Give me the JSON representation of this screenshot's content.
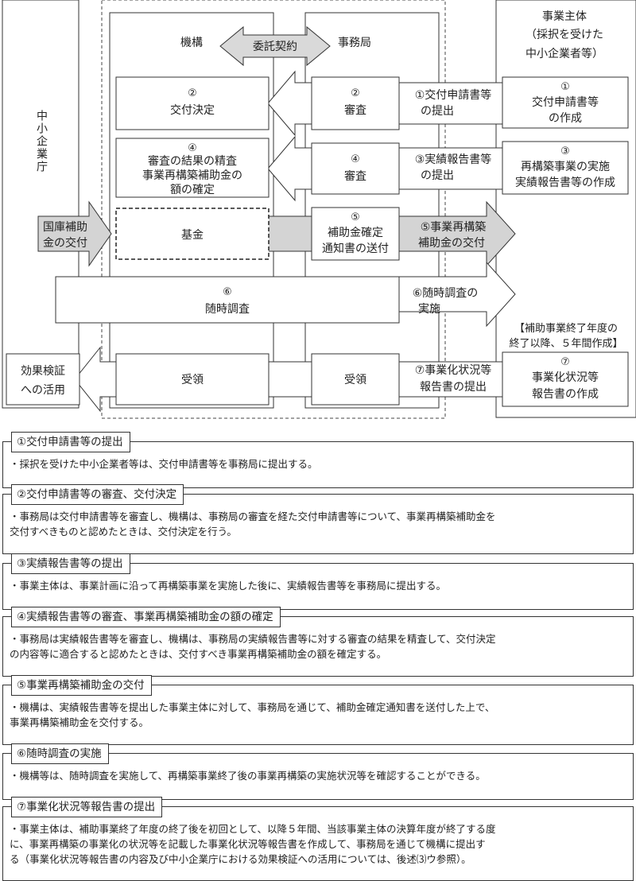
{
  "flow": {
    "agency": "中小企業庁",
    "kikou": "機構",
    "jimukyoku": "事務局",
    "itaku": "委託契約",
    "jigyou_shutai": [
      "事業主体",
      "（採択を受けた",
      "中小企業者等）"
    ],
    "kokko": [
      "国庫補助",
      "金の交付"
    ],
    "kikin": "基金",
    "box_kikou": [
      {
        "num": "②",
        "lines": [
          "交付決定"
        ]
      },
      {
        "num": "④",
        "lines": [
          "審査の結果の精査",
          "事業再構築補助金の",
          "額の確定"
        ]
      }
    ],
    "box_jimu": [
      {
        "num": "②",
        "lines": [
          "審査"
        ]
      },
      {
        "num": "④",
        "lines": [
          "審査"
        ]
      },
      {
        "num": "⑤",
        "lines": [
          "補助金確定",
          "通知書の送付"
        ]
      }
    ],
    "box_shutai": [
      {
        "num": "①",
        "lines": [
          "交付申請書等",
          "の作成"
        ]
      },
      {
        "num": "③",
        "lines": [
          "再構築事業の実施",
          "実績報告書等の作成"
        ]
      },
      {
        "num": "⑦",
        "lines": [
          "事業化状況等",
          "報告書の作成"
        ]
      }
    ],
    "arrow_labels": [
      [
        "①交付申請書等",
        "の提出"
      ],
      [
        "③実績報告書等",
        "の提出"
      ],
      [
        "⑤事業再構築",
        "補助金の交付"
      ],
      [
        "⑥随時調査の",
        "実施"
      ],
      [
        "⑦事業化状況等",
        "報告書の提出"
      ]
    ],
    "zuiji": {
      "num": "⑥",
      "label": "随時調査"
    },
    "note": [
      "【補助事業終了年度の",
      "終了以降、５年間作成】"
    ],
    "juryou_kikou": "受領",
    "juryou_jimu": "受領",
    "kouka": [
      "効果検証",
      "への活用"
    ]
  },
  "steps": [
    {
      "title": "①交付申請書等の提出",
      "body": [
        "・採択を受けた中小企業者等は、交付申請書等を事務局に提出する。"
      ]
    },
    {
      "title": "②交付申請書等の審査、交付決定",
      "body": [
        "・事務局は交付申請書等を審査し、機構は、事務局の審査を経た交付申請書等について、事業再構築補助金を",
        "交付すべきものと認めたときは、交付決定を行う。"
      ]
    },
    {
      "title": "③実績報告書等の提出",
      "body": [
        "・事業主体は、事業計画に沿って再構築事業を実施した後に、実績報告書等を事務局に提出する。"
      ]
    },
    {
      "title": "④実績報告書等の審査、事業再構築補助金の額の確定",
      "body": [
        "・事務局は実績報告書等を審査し、機構は、事務局の実績報告書等に対する審査の結果を精査して、交付決定",
        "の内容等に適合すると認めたときは、交付すべき事業再構築補助金の額を確定する。"
      ]
    },
    {
      "title": "⑤事業再構築補助金の交付",
      "body": [
        "・機構は、実績報告書等を提出した事業主体に対して、事務局を通じて、補助金確定通知書を送付した上で、",
        "事業再構築補助金を交付する。"
      ]
    },
    {
      "title": "⑥随時調査の実施",
      "body": [
        "・機構等は、随時調査を実施して、再構築事業終了後の事業再構築の実施状況等を確認することができる。"
      ]
    },
    {
      "title": "⑦事業化状況等報告書の提出",
      "body": [
        "・事業主体は、補助事業終了年度の終了後を初回として、以降５年間、当該事業主体の決算年度が終了する度",
        "に、事業再構築の事業化の状況等を記載した事業化状況等報告書を作成して、事務局を通じて機構に提出す",
        "る（事業化状況等報告書の内容及び中小企業庁における効果検証への活用については、後述⑶ウ参照）。"
      ]
    }
  ]
}
